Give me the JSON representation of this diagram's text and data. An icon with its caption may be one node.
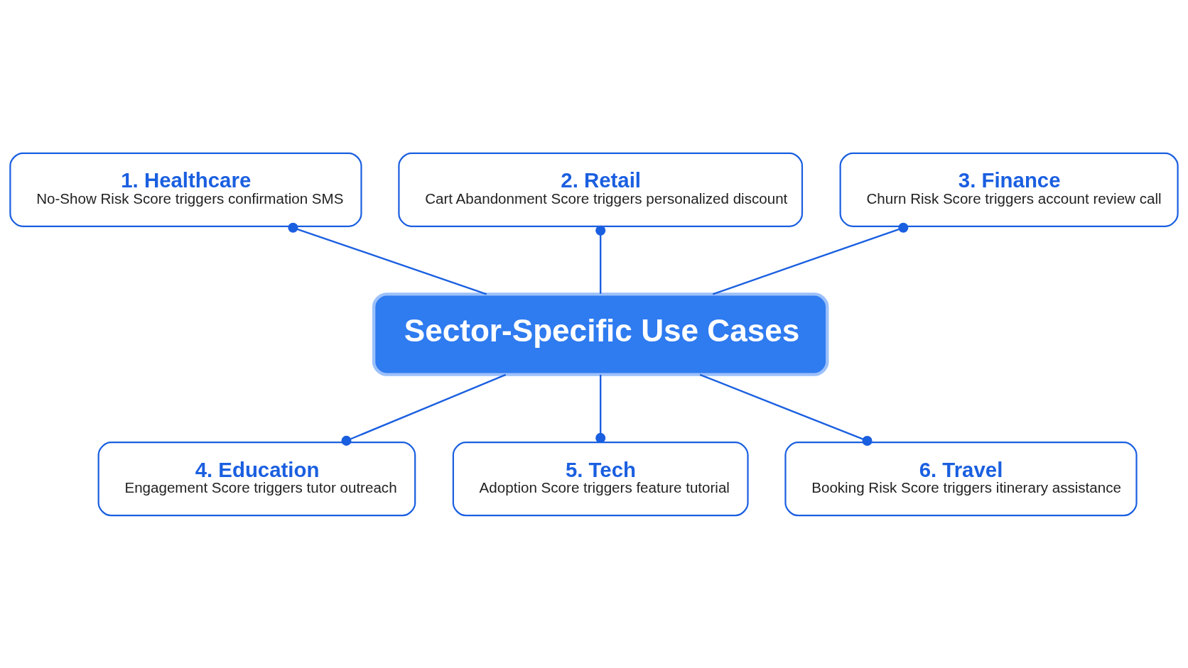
{
  "diagram": {
    "nodes": [
      {
        "text": [
          "Sector-Specific Use Cases"
        ]
      },
      {
        "text": [
          "1. Healthcare",
          "No-Show Risk Score triggers confirmation SMS"
        ]
      },
      {
        "text": [
          "2. Retail",
          "Cart Abandonment Score triggers personalized discount"
        ]
      },
      {
        "text": [
          "3. Finance",
          "Churn Risk Score triggers account review call"
        ]
      },
      {
        "text": [
          "4. Education",
          "Engagement Score triggers tutor outreach"
        ]
      },
      {
        "text": [
          "5. Tech",
          "Adoption Score triggers feature tutorial"
        ]
      },
      {
        "text": [
          "6. Travel",
          "Booking Risk Score triggers itinerary assistance"
        ]
      }
    ],
    "edges": [
      {
        "from": 0,
        "to": 1,
        "arrow": "other"
      },
      {
        "from": 0,
        "to": 2,
        "arrow": "other"
      },
      {
        "from": 0,
        "to": 3,
        "arrow": "other"
      },
      {
        "from": 0,
        "to": 4,
        "arrow": "other"
      },
      {
        "from": 0,
        "to": 5,
        "arrow": "other"
      },
      {
        "from": 0,
        "to": 6,
        "arrow": "other"
      }
    ]
  }
}
